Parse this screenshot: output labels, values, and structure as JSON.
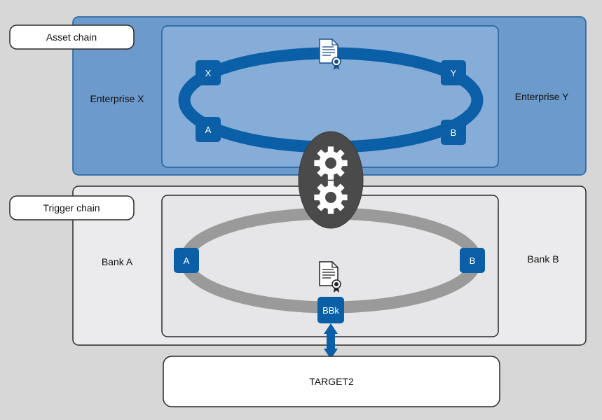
{
  "colors": {
    "background": "#d7d7d8",
    "asset_panel": "#6b9acb",
    "asset_inner": "#86acd8",
    "dark_blue": "#0a5fa6",
    "trigger_panel": "#ebebed",
    "trigger_inner": "#e6e6e8",
    "gray_ring": "#9a9a9a",
    "gear_hub": "#4a4a4a",
    "outline": "#222222"
  },
  "asset_chain": {
    "tab_label": "Asset chain",
    "left_label": "Enterprise X",
    "right_label": "Enterprise Y",
    "nodes": {
      "top_left": "X",
      "top_right": "Y",
      "bottom_left": "A",
      "bottom_right": "B"
    },
    "document_icon": "certificate-document-icon"
  },
  "trigger_chain": {
    "tab_label": "Trigger chain",
    "left_label": "Bank A",
    "right_label": "Bank B",
    "nodes": {
      "left": "A",
      "right": "B",
      "bottom": "BBk"
    },
    "document_icon": "certificate-document-icon"
  },
  "connector": {
    "icon": "gears-icon"
  },
  "settlement": {
    "label": "TARGET2"
  }
}
